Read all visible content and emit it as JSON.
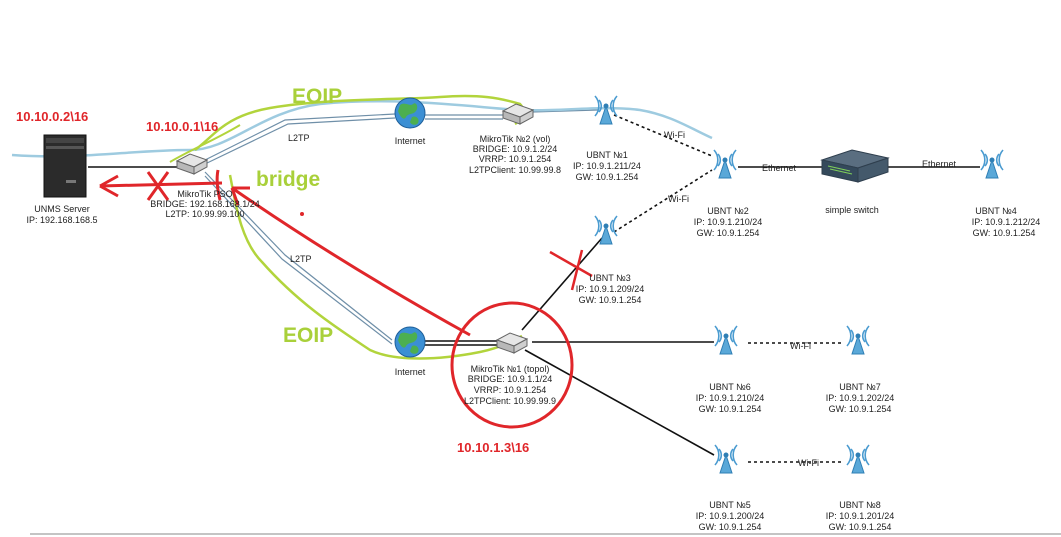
{
  "colors": {
    "annotation_red": "#e0262a",
    "annotation_green": "#a9d03a",
    "tunnel_blue": "#9ecbe0",
    "link_black": "#111111",
    "link_gray": "#6f8fa8"
  },
  "nodes": {
    "unms": {
      "icon": "server-tower-icon",
      "lines": [
        "UNMS Server",
        "IP: 192.168.168.5"
      ]
    },
    "mikrotik_pso": {
      "icon": "router-icon",
      "lines": [
        "MikroTik PSO",
        "BRIDGE: 192.168.168.1/24",
        "L2TP: 10.99.99.100"
      ]
    },
    "internet_top": {
      "icon": "globe-icon",
      "lines": [
        "Internet"
      ]
    },
    "internet_bottom": {
      "icon": "globe-icon",
      "lines": [
        "Internet"
      ]
    },
    "mikrotik2": {
      "icon": "router-icon",
      "lines": [
        "MikroTik №2 (vol)",
        "BRIDGE: 10.9.1.2/24",
        "VRRP: 10.9.1.254",
        "L2TPClient: 10.99.99.8"
      ]
    },
    "mikrotik1": {
      "icon": "router-icon",
      "lines": [
        "MikroTik №1 (topol)",
        "BRIDGE: 10.9.1.1/24",
        "VRRP: 10.9.1.254",
        "L2TPClient: 10.99.99.9"
      ]
    },
    "ubnt1": {
      "icon": "antenna-icon",
      "lines": [
        "UBNT №1",
        "IP: 10.9.1.211/24",
        "GW: 10.9.1.254"
      ]
    },
    "ubnt2": {
      "icon": "antenna-icon",
      "lines": [
        "UBNT №2",
        "IP: 10.9.1.210/24",
        "GW: 10.9.1.254"
      ]
    },
    "ubnt3": {
      "icon": "antenna-icon",
      "lines": [
        "UBNT №3",
        "IP: 10.9.1.209/24",
        "GW: 10.9.1.254"
      ]
    },
    "ubnt4": {
      "icon": "antenna-icon",
      "lines": [
        "UBNT №4",
        "IP: 10.9.1.212/24",
        "GW: 10.9.1.254"
      ]
    },
    "ubnt5": {
      "icon": "antenna-icon",
      "lines": [
        "UBNT №5",
        "IP: 10.9.1.200/24",
        "GW: 10.9.1.254"
      ]
    },
    "ubnt6": {
      "icon": "antenna-icon",
      "lines": [
        "UBNT №6",
        "IP: 10.9.1.210/24",
        "GW: 10.9.1.254"
      ]
    },
    "ubnt7": {
      "icon": "antenna-icon",
      "lines": [
        "UBNT №7",
        "IP: 10.9.1.202/24",
        "GW: 10.9.1.254"
      ]
    },
    "ubnt8": {
      "icon": "antenna-icon",
      "lines": [
        "UBNT №8",
        "IP: 10.9.1.201/24",
        "GW: 10.9.1.254"
      ]
    },
    "switch": {
      "icon": "network-switch-icon",
      "lines": [
        "simple switch"
      ]
    }
  },
  "link_labels": {
    "l2tp_top": "L2TP",
    "l2tp_bottom": "L2TP",
    "wifi_1": "Wi-Fi",
    "wifi_2": "Wi-Fi",
    "wifi_3": "Wi-Fi",
    "wifi_4": "Wi-Fi",
    "ethernet_1": "Ethernet",
    "ethernet_2": "Ethernet"
  },
  "annotations": {
    "unms_ip": "10.10.0.2\\16",
    "pso_ip": "10.10.0.1\\16",
    "mikrotik1_ip": "10.10.1.3\\16",
    "eoip_top": "EOIP",
    "eoip_bottom": "EOIP",
    "bridge": "bridge"
  }
}
